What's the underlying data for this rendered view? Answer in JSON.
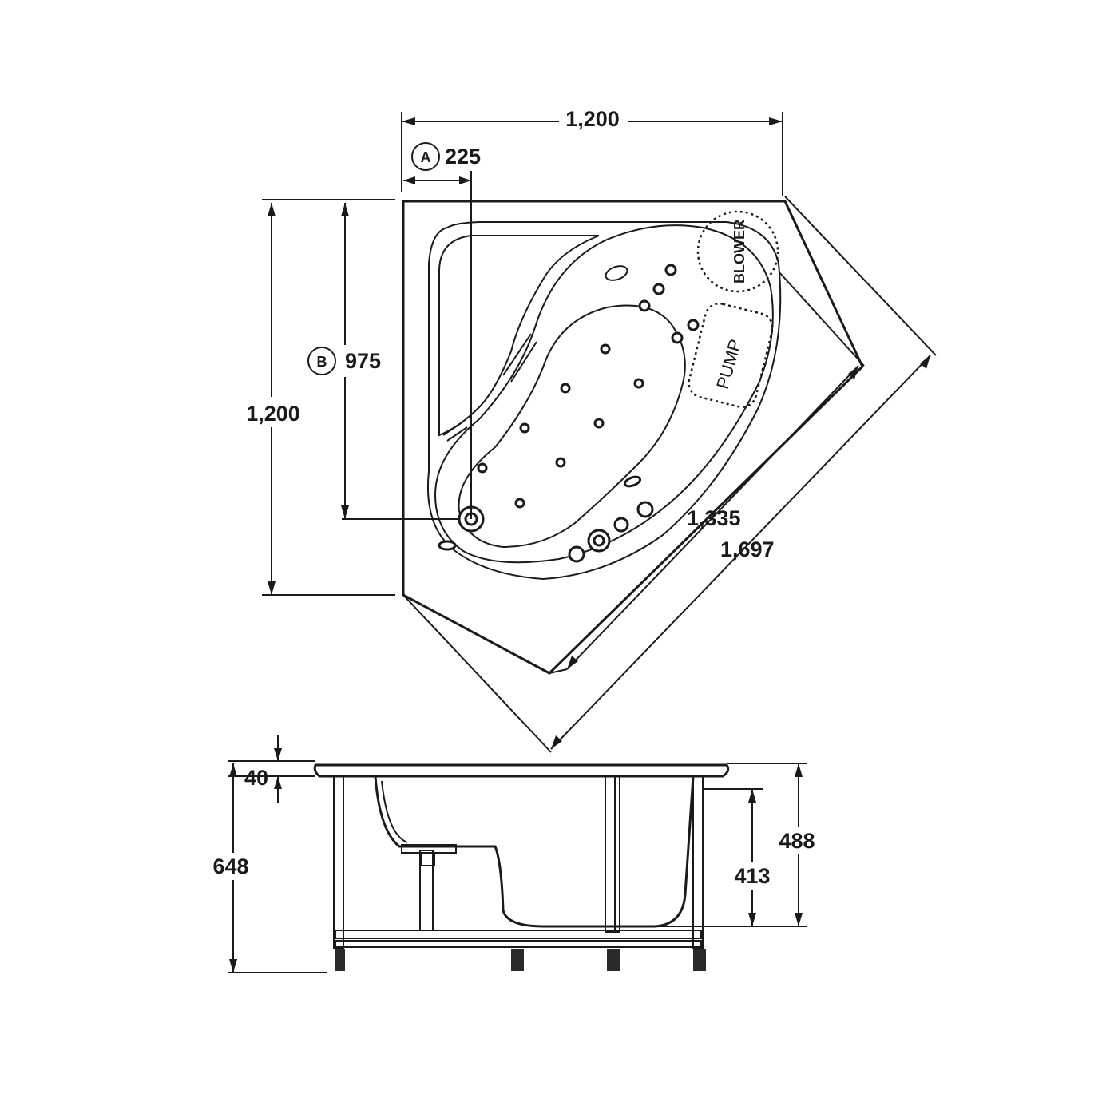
{
  "plan_view": {
    "width_label": "1,200",
    "depth_label": "1,200",
    "marker_a": {
      "letter": "A",
      "value": "225"
    },
    "marker_b": {
      "letter": "B",
      "value": "975"
    },
    "diagonal_inner": "1,335",
    "diagonal_outer": "1,697",
    "blower_label": "BLOWER",
    "pump_label": "PUMP"
  },
  "side_view": {
    "rim_thickness": "40",
    "overall_height": "648",
    "depth_inner": "413",
    "depth_outer": "488"
  }
}
